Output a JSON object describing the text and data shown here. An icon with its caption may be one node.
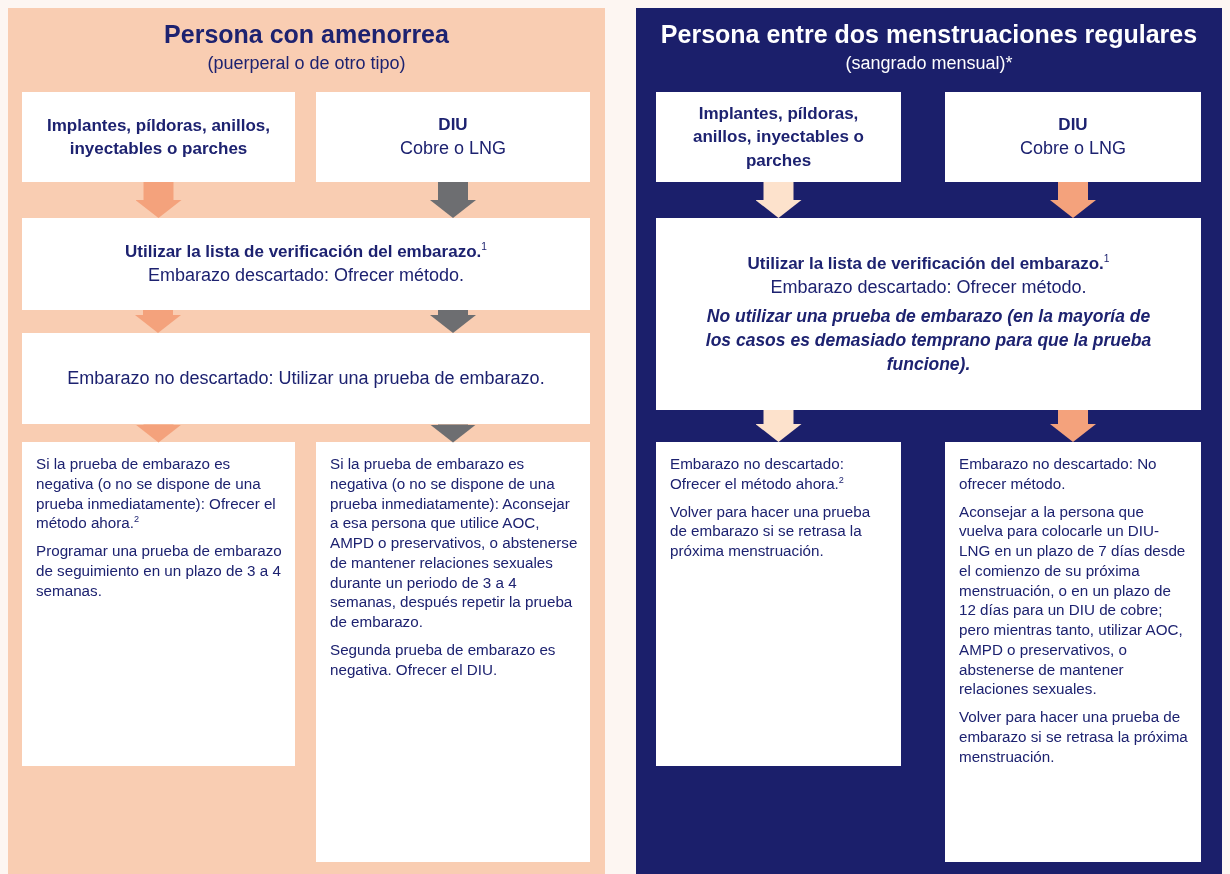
{
  "diagram": {
    "nodes": [
      {
        "text": [
          "Persona con amenorrea",
          "(puerperal o de otro tipo)"
        ]
      },
      {
        "text": [
          "Implantes, píldoras, anillos, inyectables o parches"
        ],
        "in": 0
      },
      {
        "text": [
          "DIU",
          "Cobre o LNG"
        ],
        "in": 0
      },
      {
        "text": [
          "Utilizar la lista de verificación del embarazo.$^{1}$",
          "Embarazo descartado: Ofrecer método."
        ],
        "in": 0
      },
      {
        "text": [
          "Embarazo no descartado: Utilizar una prueba de embarazo."
        ],
        "in": 0
      },
      {
        "text": [
          "Si la prueba de embarazo es negativa (o no se dispone de una prueba inmediatamente): Ofrecer el método ahora.$^{2}$",
          "Programar una prueba de embarazo de seguimiento en un plazo de 3 a 4 semanas."
        ],
        "in": 0
      },
      {
        "text": [
          "Si la prueba de embarazo es negativa (o no se dispone de una prueba inmediatamente): Aconsejar a esa persona que utilice AOC, AMPD o preservativos, o abstenerse de mantener relaciones sexuales durante un periodo de 3 a 4 semanas, después repetir la prueba de embarazo.",
          "Segunda prueba de embarazo es negativa. Ofrecer el DIU."
        ],
        "in": 0
      },
      {
        "text": [
          "Persona entre dos menstruaciones regulares",
          "(sangrado mensual)*"
        ]
      },
      {
        "text": [
          "Implantes, píldoras, anillos, inyectables o parches"
        ],
        "in": 7
      },
      {
        "text": [
          "DIU",
          "Cobre o LNG"
        ],
        "in": 7
      },
      {
        "text": [
          "Utilizar la lista de verificación del embarazo.$^{1}$",
          "Embarazo descartado: Ofrecer método.",
          "No utilizar una prueba de embarazo (en la mayoría de los casos es demasiado temprano para que la prueba funcione)."
        ],
        "in": 7
      },
      {
        "text": [
          "Embarazo no descartado: Ofrecer el método ahora.$^{2}$",
          "Volver para hacer una prueba de embarazo si se retrasa la próxima menstruación."
        ],
        "in": 7
      },
      {
        "text": [
          "Embarazo no descartado: No ofrecer método.",
          "Aconsejar a la persona que vuelva para colocarle un DIU-LNG en un plazo de 7 días desde el comienzo de su próxima menstruación, o en un plazo de 12 días para un DIU de cobre; pero mientras tanto, utilizar AOC, AMPD o preservativos, o abstenerse de mantener relaciones sexuales.",
          "Volver para hacer una prueba de embarazo si se retrasa la próxima menstruación."
        ],
        "in": 7
      }
    ],
    "edges": [
      {
        "from": 1,
        "to": 3,
        "arrow": "to"
      },
      {
        "from": 2,
        "to": 3,
        "arrow": "to",
        "color": "#6d6e71"
      },
      {
        "from": 3,
        "to": 4,
        "arrow": "to"
      },
      {
        "from": 3,
        "to": 4,
        "arrow": "to",
        "color": "#6d6e71"
      },
      {
        "from": 4,
        "to": 5,
        "arrow": "to"
      },
      {
        "from": 4,
        "to": 6,
        "arrow": "to",
        "color": "#6d6e71"
      },
      {
        "from": 8,
        "to": 10,
        "arrow": "to",
        "color": "#fde2cc"
      },
      {
        "from": 9,
        "to": 10,
        "arrow": "to"
      },
      {
        "from": 10,
        "to": 11,
        "arrow": "to",
        "color": "#fde2cc"
      },
      {
        "from": 10,
        "to": 12,
        "arrow": "to"
      }
    ]
  }
}
